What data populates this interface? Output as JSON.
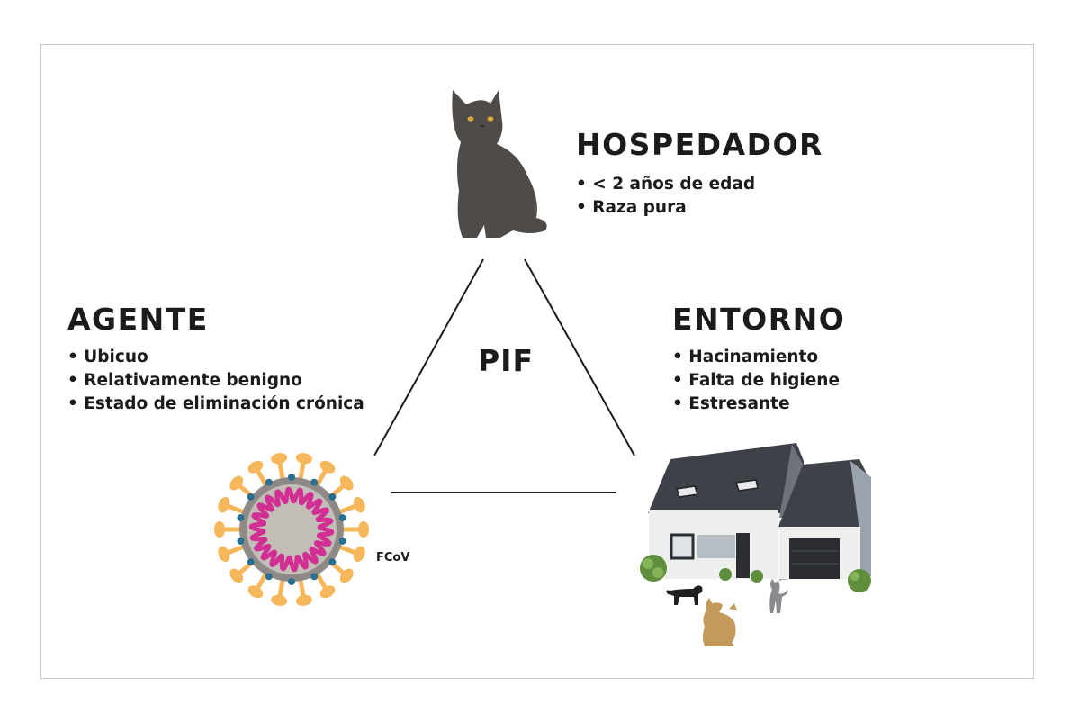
{
  "diagram": {
    "center_label": "PIF",
    "nodes": {
      "host": {
        "title": "HOSPEDADOR",
        "items": [
          "< 2 años de edad",
          "Raza pura"
        ],
        "icon": "gray-cat-icon"
      },
      "agent": {
        "title": "AGENTE",
        "items": [
          "Ubicuo",
          "Relativamente benigno",
          "Estado de eliminación crónica"
        ],
        "icon": "coronavirus-icon",
        "icon_label": "FCoV"
      },
      "environment": {
        "title": "ENTORNO",
        "items": [
          "Hacinamiento",
          "Falta de higiene",
          "Estresante"
        ],
        "icon": "house-with-cats-icon"
      }
    },
    "colors": {
      "text": "#1b1b1b",
      "cat": "#4f4b48",
      "virus_spikes": "#f6b65a",
      "virus_membrane": "#8f8a86",
      "virus_core": "#c3bdb7",
      "virus_rna": "#d12f93",
      "virus_proteins": "#2b6f8f",
      "roof": "#3f4148",
      "wall": "#eef0ee",
      "side_wall": "#9aa2ae",
      "shrub": "#5f8e3c",
      "orange_cat": "#c49a5c"
    }
  }
}
